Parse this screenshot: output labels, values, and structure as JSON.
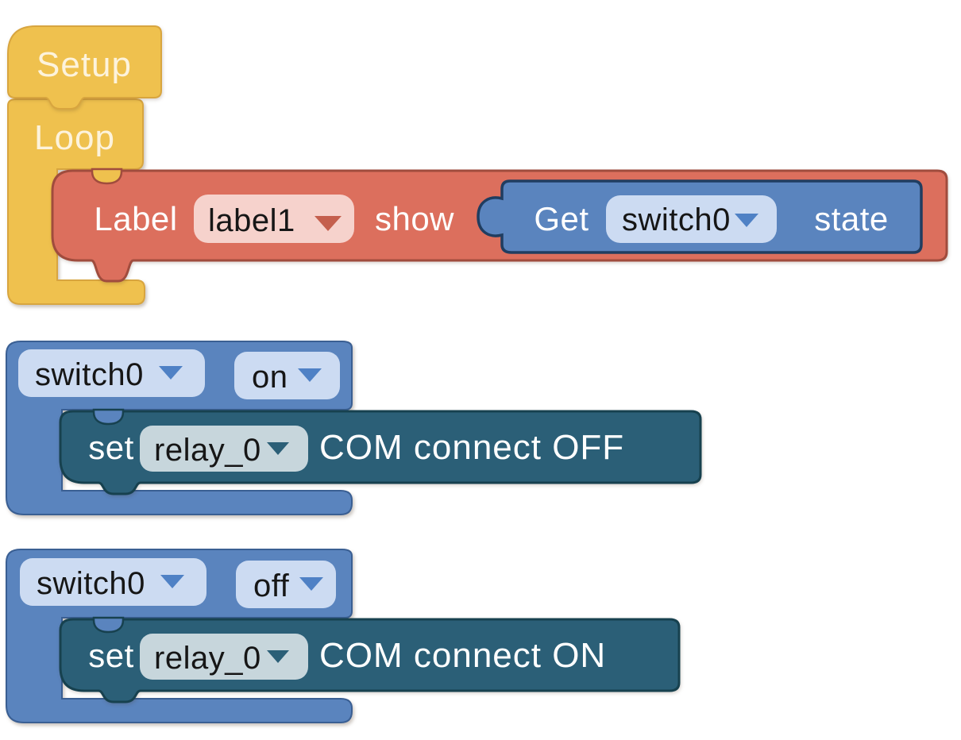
{
  "workspace": {
    "name": "Blockly visual program workspace"
  },
  "colors": {
    "background": "#ffffff",
    "yellow_block": "#EFC14E",
    "red_block": "#DC6F5D",
    "blue_block": "#5A84BE",
    "teal_block": "#2B5F77",
    "red_dropdown_bg": "#F6D2CC",
    "blue_dropdown_bg": "#CCDBF2",
    "teal_dropdown_bg": "#C7D6DC",
    "red_arrow": "#C45F4D",
    "blue_arrow": "#4F81C5",
    "teal_arrow": "#2B5F77",
    "dropdown_text": "#161616",
    "yellow_block_text": "#FDF3DC",
    "white_text": "#FFFFFF"
  },
  "blocks": {
    "setup": {
      "label": "Setup"
    },
    "loop": {
      "label": "Loop"
    },
    "label_show": {
      "keyword": "Label",
      "dropdown_value": "label1",
      "action": "show"
    },
    "get_state": {
      "keyword": "Get",
      "dropdown_value": "switch0",
      "suffix": "state"
    },
    "switch_on": {
      "device": "switch0",
      "state": "on"
    },
    "set_relay_off": {
      "keyword": "set",
      "dropdown_value": "relay_0",
      "command": "COM connect OFF"
    },
    "switch_off": {
      "device": "switch0",
      "state": "off"
    },
    "set_relay_on": {
      "keyword": "set",
      "dropdown_value": "relay_0",
      "command": "COM connect ON"
    }
  }
}
